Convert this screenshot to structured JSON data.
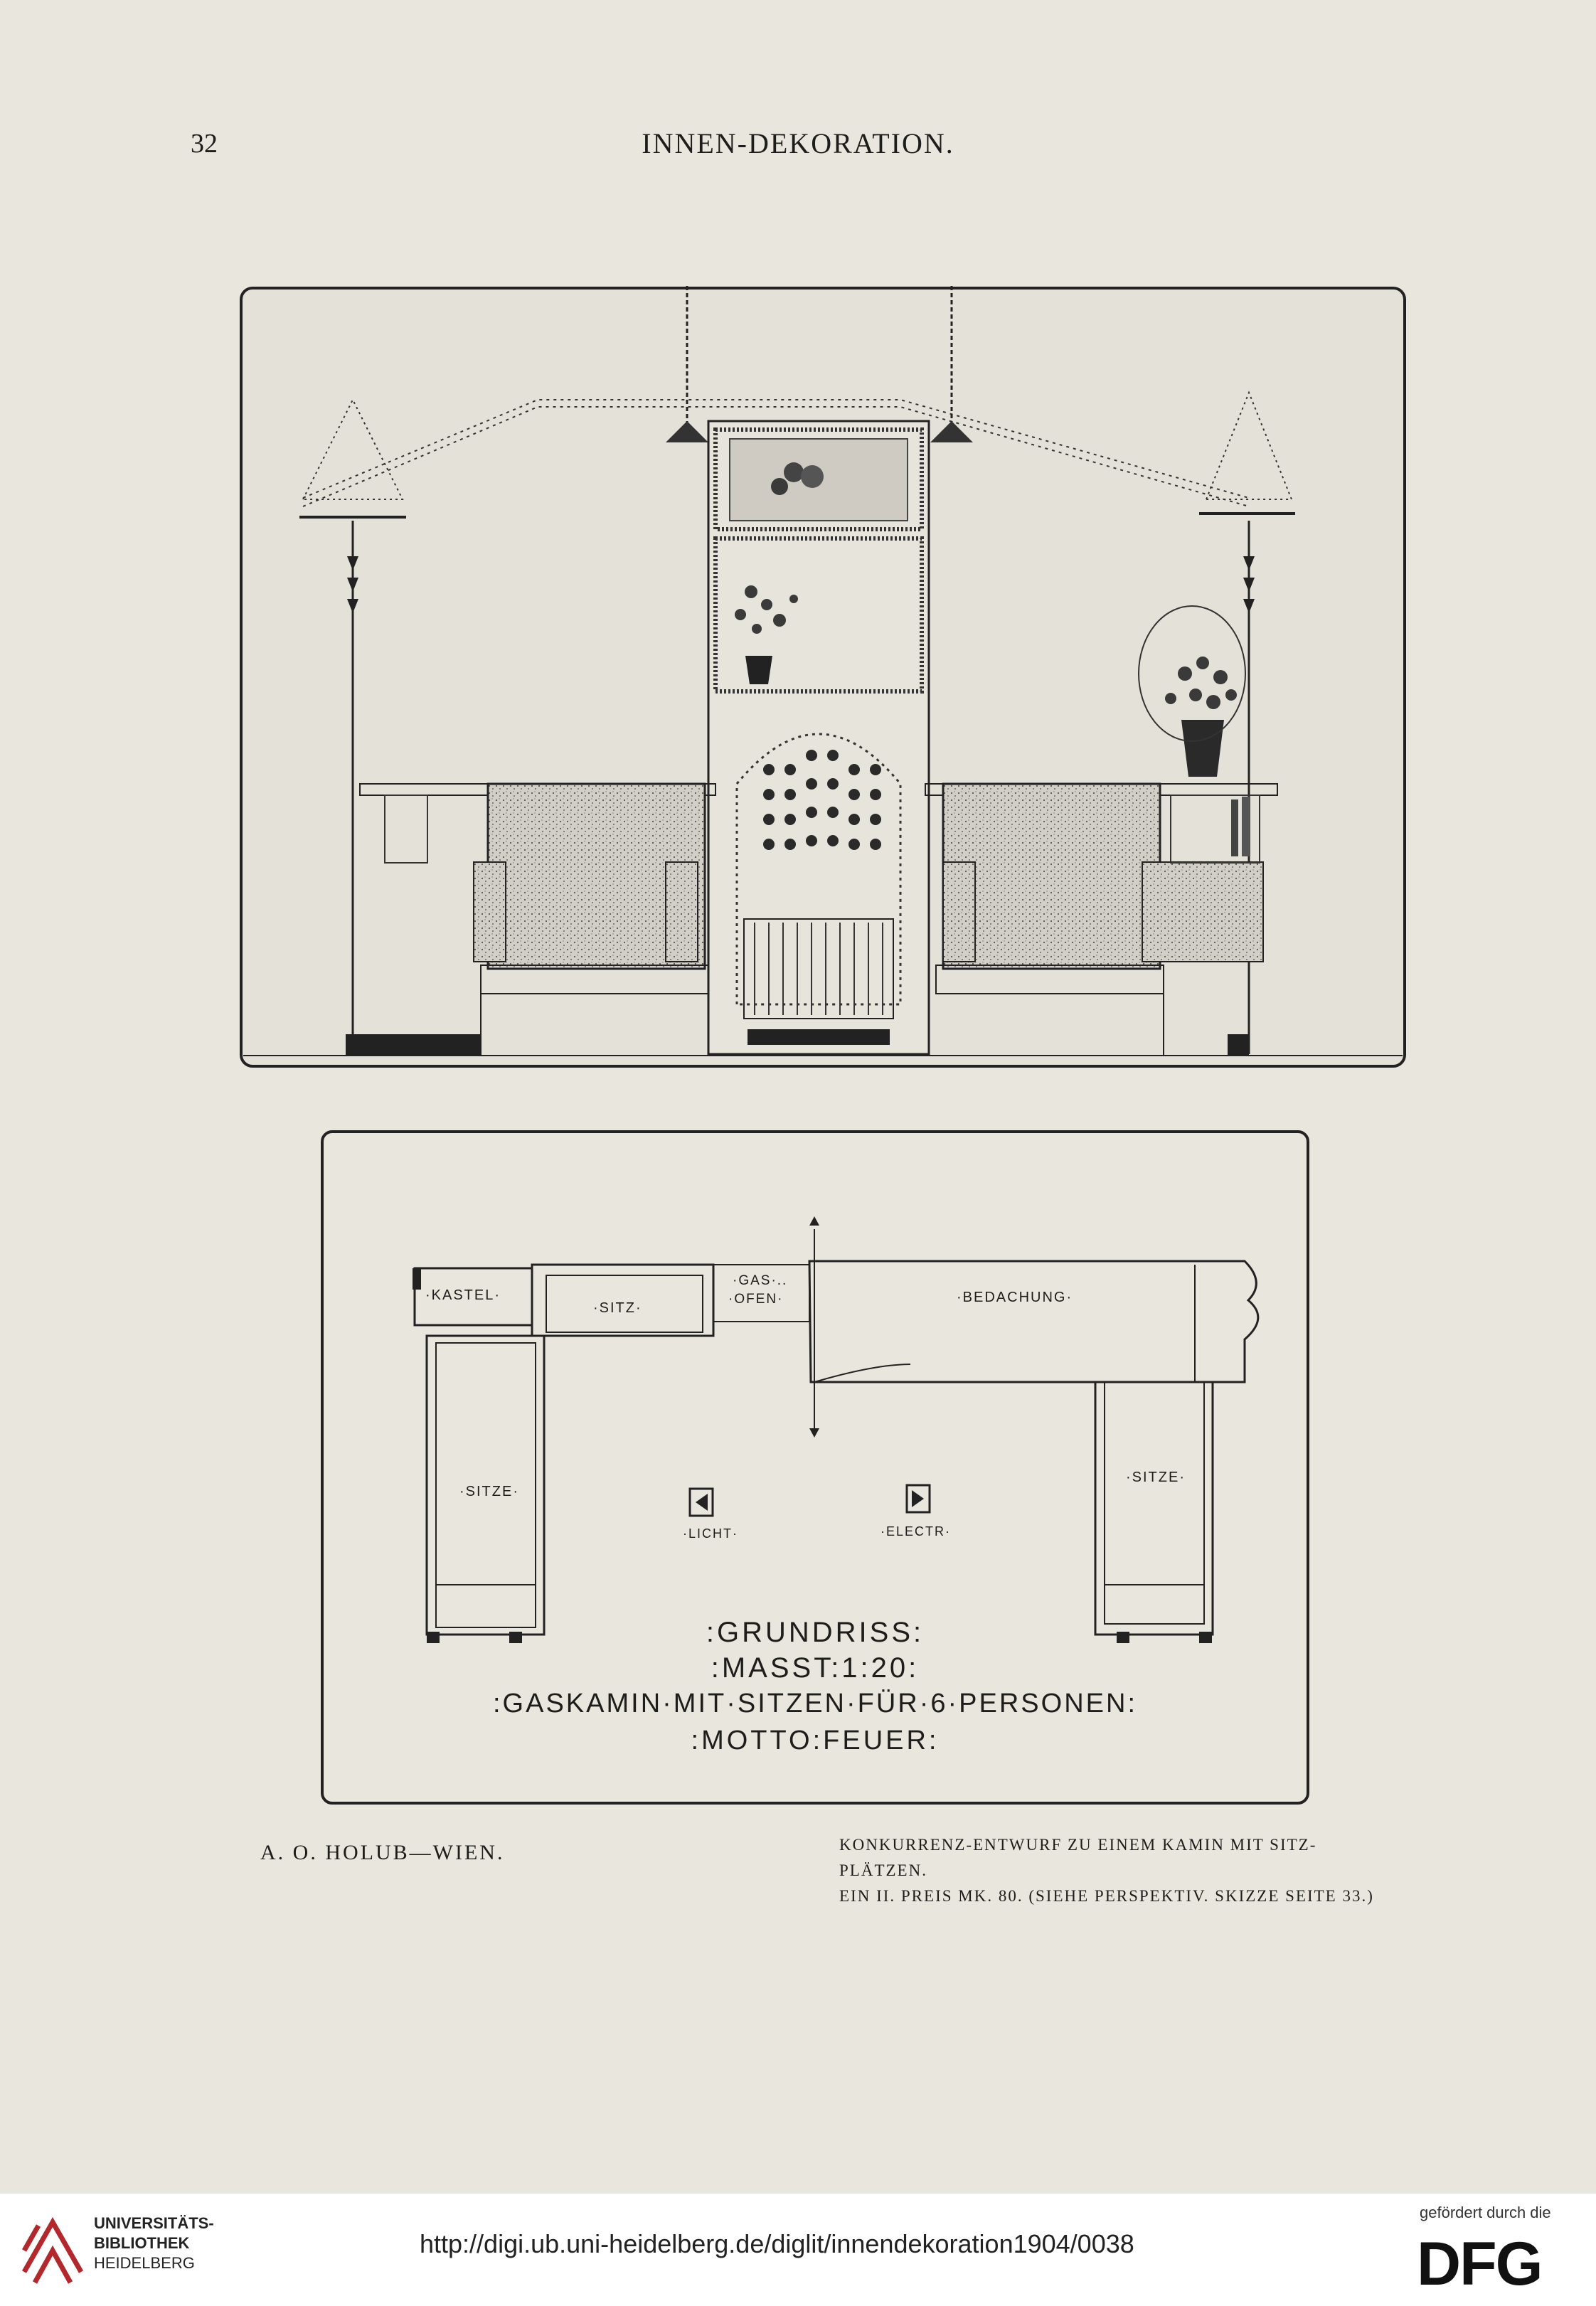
{
  "header": {
    "page_number": "32",
    "running_title": "INNEN-DEKORATION."
  },
  "plan": {
    "labels": {
      "kastel": "·KASTEL·",
      "sitz": "·SITZ·",
      "gas": "·GAS·..",
      "ofen": "·OFEN·",
      "bedachung": "·BEDACHUNG·",
      "sitze_left": "·SITZE·",
      "sitze_right": "·SITZE·",
      "licht": "·LICHT·",
      "electr": "·ELECTR·"
    },
    "title_lines": [
      ":GRUNDRISS:",
      ":MASST:1:20:",
      ":GASKAMIN·MIT·SITZEN·FÜR·6·PERSONEN:",
      ":MOTTO:FEUER:"
    ]
  },
  "captions": {
    "left": "A. O. HOLUB—WIEN.",
    "right_line1": "KONKURRENZ-ENTWURF ZU EINEM KAMIN MIT SITZ-PLÄTZEN.",
    "right_line2": "EIN II. PREIS MK. 80.   (SIEHE PERSPEKTIV. SKIZZE SEITE 33.)"
  },
  "footer": {
    "library_line1": "UNIVERSITÄTS-",
    "library_line2": "BIBLIOTHEK",
    "library_line3": "HEIDELBERG",
    "url": "http://digi.ub.uni-heidelberg.de/diglit/innendekoration1904/0038",
    "funded_by": "gefördert durch die",
    "funder_logo": "DFG"
  }
}
